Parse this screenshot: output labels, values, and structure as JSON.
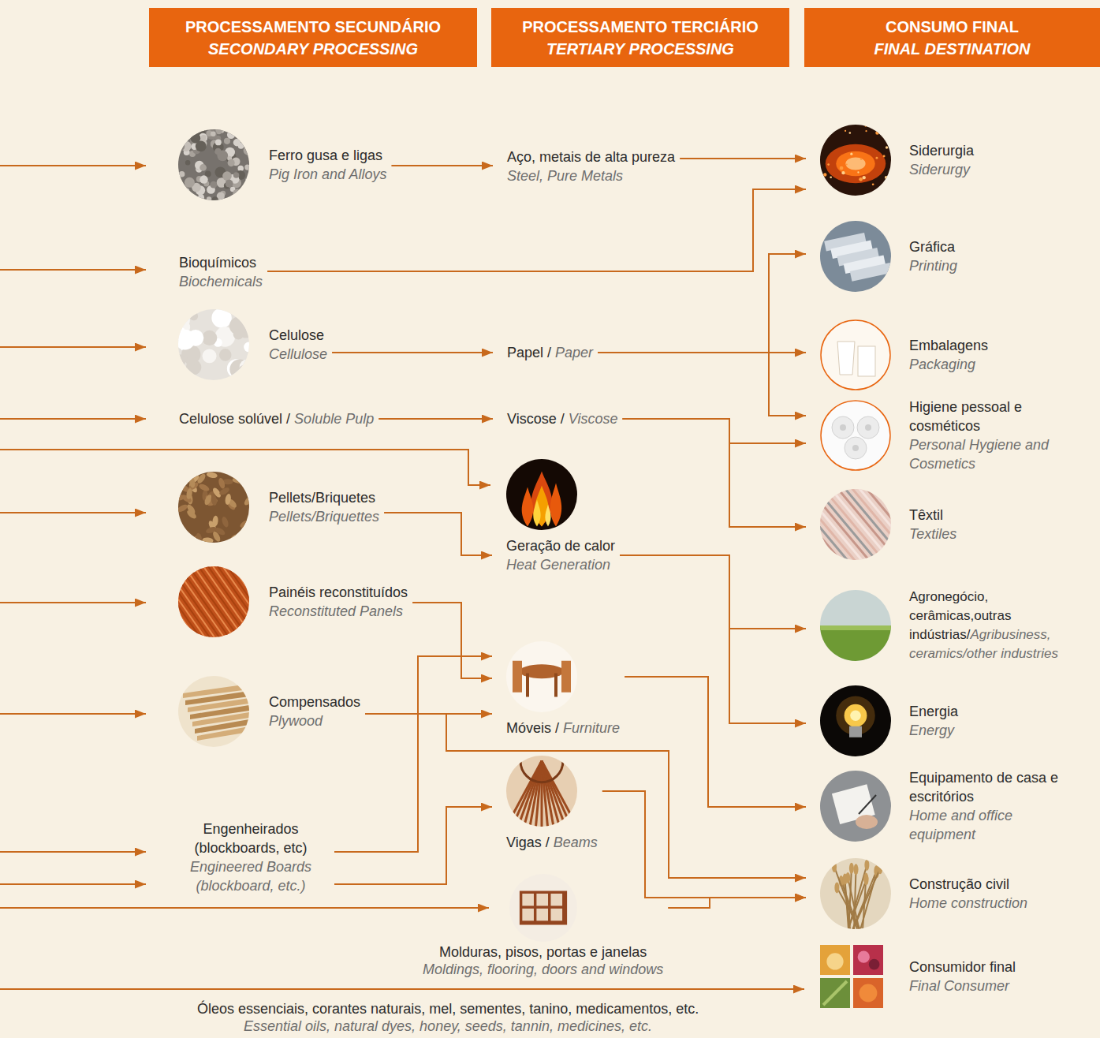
{
  "diagram": {
    "nodes": [
      {
        "text": [
          "PROCESSAMENTO SECUNDÁRIO",
          "SECONDARY PROCESSING"
        ]
      },
      {
        "text": [
          "PROCESSAMENTO TERCIÁRIO",
          "TERTIARY PROCESSING"
        ]
      },
      {
        "text": [
          "CONSUMO FINAL",
          "FINAL DESTINATION"
        ]
      },
      {
        "text": [
          "Ferro gusa e ligas",
          "Pig Iron and Alloys"
        ]
      },
      {
        "text": [
          "Bioquímicos",
          "Biochemicals"
        ]
      },
      {
        "text": [
          "Celulose",
          "Cellulose"
        ]
      },
      {
        "text": [
          "Celulose solúvel /",
          "Soluble Pulp"
        ]
      },
      {
        "text": [
          "Pellets/Briquetes",
          "Pellets/Briquettes"
        ]
      },
      {
        "text": [
          "Painéis reconstituídos",
          "Reconstituted Panels"
        ]
      },
      {
        "text": [
          "Compensados",
          "Plywood"
        ]
      },
      {
        "text": [
          "Engenheirados (blockboards, etc)",
          "Engineered Boards (blockboard, etc.)"
        ]
      },
      {
        "text": [
          "Aço, metais de alta pureza",
          "Steel, Pure Metals"
        ]
      },
      {
        "text": [
          "Papel /",
          "Paper"
        ]
      },
      {
        "text": [
          "Viscose /",
          "Viscose"
        ]
      },
      {
        "text": [
          "Geração de calor",
          "Heat Generation"
        ]
      },
      {
        "text": [
          "Móveis /",
          "Furniture"
        ]
      },
      {
        "text": [
          "Vigas /",
          "Beams"
        ]
      },
      {
        "text": [
          "Molduras, pisos, portas e janelas",
          "Moldings, flooring, doors and windows"
        ]
      },
      {
        "text": [
          "Siderurgia",
          "Siderurgy"
        ]
      },
      {
        "text": [
          "Gráfica",
          "Printing"
        ]
      },
      {
        "text": [
          "Embalagens",
          "Packaging"
        ]
      },
      {
        "text": [
          "Higiene pessoal e cosméticos",
          "Personal Hygiene and Cosmetics"
        ]
      },
      {
        "text": [
          "Têxtil",
          "Textiles"
        ]
      },
      {
        "text": [
          "Agronegócio, cerâmicas,outras indústrias/",
          "Agribusiness, ceramics/other industries"
        ]
      },
      {
        "text": [
          "Energia",
          "Energy"
        ]
      },
      {
        "text": [
          "Equipamento de casa e escritórios",
          "Home and office equipment"
        ]
      },
      {
        "text": [
          "Construção civil",
          "Home construction"
        ]
      },
      {
        "text": [
          "Consumidor final",
          "Final Consumer"
        ]
      }
    ],
    "edges": [
      {
        "from": 3,
        "to": 11,
        "arrow": "to"
      },
      {
        "from": 11,
        "to": 18,
        "arrow": "to"
      },
      {
        "from": 4,
        "to": 18,
        "arrow": "to"
      },
      {
        "from": 5,
        "to": 12,
        "arrow": "to"
      },
      {
        "from": 12,
        "to": 19,
        "arrow": "to"
      },
      {
        "from": 12,
        "to": 20,
        "arrow": "to"
      },
      {
        "from": 12,
        "to": 21,
        "arrow": "to"
      },
      {
        "from": 6,
        "to": 13,
        "arrow": "to"
      },
      {
        "from": 13,
        "to": 21,
        "arrow": "to"
      },
      {
        "from": 13,
        "to": 22,
        "arrow": "to"
      },
      {
        "from": 7,
        "to": 14,
        "arrow": "to"
      },
      {
        "from": 14,
        "to": 23,
        "arrow": "to"
      },
      {
        "from": 14,
        "to": 24,
        "arrow": "to"
      },
      {
        "from": 8,
        "to": 15,
        "arrow": "to"
      },
      {
        "from": 9,
        "to": 15,
        "arrow": "to"
      },
      {
        "from": 9,
        "to": 26,
        "arrow": "to"
      },
      {
        "from": 10,
        "to": 15,
        "arrow": "to"
      },
      {
        "from": 10,
        "to": 16,
        "arrow": "to"
      },
      {
        "from": 15,
        "to": 25,
        "arrow": "to"
      },
      {
        "from": 16,
        "to": 26,
        "arrow": "to"
      },
      {
        "from": 17,
        "to": 26,
        "arrow": "to"
      }
    ],
    "labels": [
      "Óleos essenciais, corantes naturais, mel, sementes, tanino, medicamentos, etc.",
      "Essential oils, natural dyes, honey, seeds, tannin, medicines, etc."
    ]
  }
}
